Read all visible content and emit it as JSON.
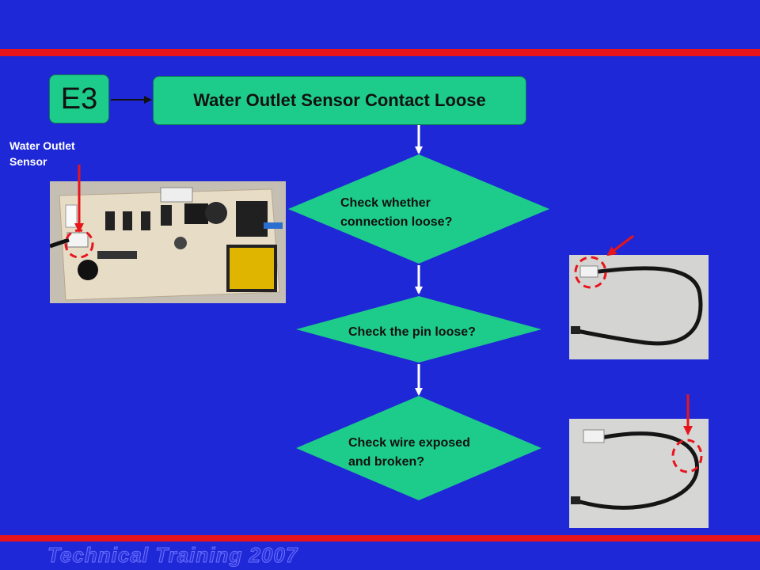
{
  "error_code": "E3",
  "title": "Water Outlet Sensor Contact Loose",
  "sensor_label_line1": "Water Outlet",
  "sensor_label_line2": "Sensor",
  "steps": [
    {
      "line1": "Check whether",
      "line2": "connection loose?"
    },
    {
      "line1": "Check the pin loose?"
    },
    {
      "line1": "Check wire exposed",
      "line2": "and broken?"
    }
  ],
  "footer": "Technical Training 2007",
  "colors": {
    "background": "#1f28d6",
    "stripe": "#e8141c",
    "box_fill": "#1dcc8a",
    "arrow": "#ffffff",
    "highlight": "#e8141c"
  }
}
